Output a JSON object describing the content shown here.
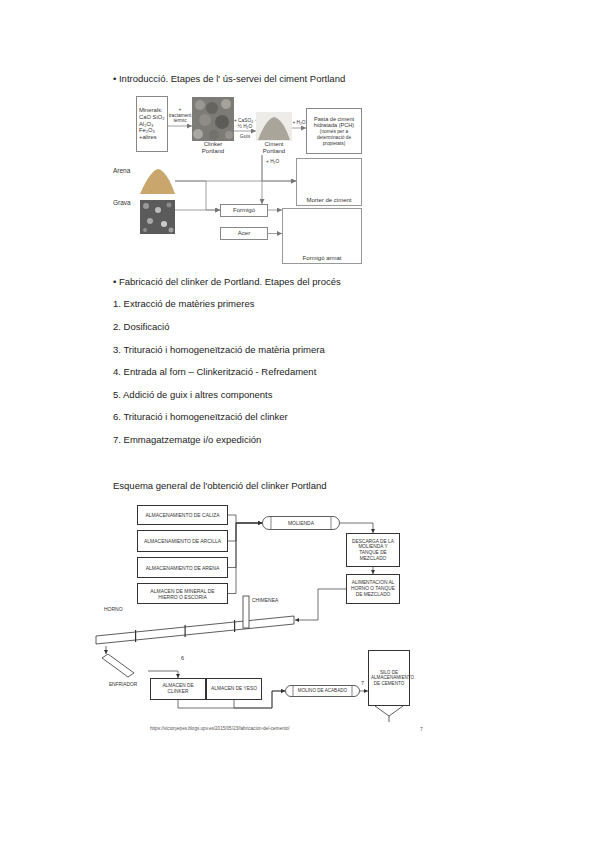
{
  "diagram": {
    "title": "• Introducció. Etapes de l' ús-servei del ciment Portland",
    "nodes": [
      {
        "text": [
          "Minerals: CaO SiO₂ Al₂O₃ Fe₂O₃ +altres"
        ]
      },
      {
        "text": [
          "Clinker Portland"
        ]
      },
      {
        "text": [
          "Ciment Portland"
        ]
      },
      {
        "text": [
          "Pasta de ciment hidratada (PCH)",
          "(només per a determinació de propietats)"
        ]
      },
      {
        "text": [
          "Arena"
        ]
      },
      {
        "text": [
          "Grava"
        ]
      },
      {
        "text": [
          "Morter de ciment"
        ]
      },
      {
        "text": [
          "Formigó"
        ]
      },
      {
        "text": [
          "Acer"
        ]
      },
      {
        "text": [
          "Formigó armat"
        ]
      },
      {
        "text": [
          "ALMACENAMIENTO DE CALIZA"
        ]
      },
      {
        "text": [
          "ALMACENAMIENTO DE ARCILLA"
        ]
      },
      {
        "text": [
          "ALMACENAMIENTO DE ARENA"
        ]
      },
      {
        "text": [
          "ALMACEN DE MINERAL DE HIERRO O ESCORIA"
        ]
      },
      {
        "text": [
          "MOLIENDA"
        ]
      },
      {
        "text": [
          "DESCARGA DE LA MOLIENDA Y TANQUE DE MEZCLADO"
        ]
      },
      {
        "text": [
          "ALIMENTACION AL HORNO O TANQUE DE MEZCLADO"
        ]
      },
      {
        "text": [
          "HORNO"
        ]
      },
      {
        "text": [
          "ENFRIADOR"
        ]
      },
      {
        "text": [
          "ALMACEN DE CLINKER"
        ]
      },
      {
        "text": [
          "ALMACEN DE YESO"
        ]
      },
      {
        "text": [
          "MOLINO DE ACABADO"
        ]
      },
      {
        "text": [
          "SILO DE ALMACENAMIENTO DE CEMENTO"
        ]
      }
    ],
    "edges": [
      {
        "from": 0,
        "to": 1,
        "label": "+ tractament tèrmic",
        "arrow": "to"
      },
      {
        "from": 1,
        "to": 2,
        "label": "+ CaSO₄ · ½ H₂O",
        "arrow": "to"
      },
      {
        "from": 2,
        "to": 3,
        "label": "+ H₂O",
        "arrow": "to"
      },
      {
        "from": 2,
        "to": 6,
        "label": "+ H₂O",
        "arrow": "to"
      },
      {
        "from": 4,
        "to": 6,
        "arrow": "to"
      },
      {
        "from": 2,
        "to": 7,
        "arrow": "to"
      },
      {
        "from": 4,
        "to": 7,
        "arrow": "to"
      },
      {
        "from": 5,
        "to": 7,
        "arrow": "to"
      },
      {
        "from": 7,
        "to": 9,
        "arrow": "to"
      },
      {
        "from": 8,
        "to": 9,
        "arrow": "to"
      },
      {
        "from": 10,
        "to": 14,
        "arrow": "to"
      },
      {
        "from": 11,
        "to": 14,
        "arrow": "to"
      },
      {
        "from": 12,
        "to": 14,
        "arrow": "to"
      },
      {
        "from": 13,
        "to": 14,
        "arrow": "to"
      },
      {
        "from": 14,
        "to": 15,
        "arrow": "to"
      },
      {
        "from": 15,
        "to": 16,
        "arrow": "to"
      },
      {
        "from": 16,
        "to": 17,
        "arrow": "to"
      },
      {
        "from": 17,
        "to": 18,
        "arrow": "to"
      },
      {
        "from": 18,
        "to": 19,
        "arrow": "to"
      },
      {
        "from": 19,
        "to": 21,
        "arrow": "to"
      },
      {
        "from": 20,
        "to": 21,
        "arrow": "to"
      },
      {
        "from": 21,
        "to": 22,
        "arrow": "to"
      }
    ],
    "labels": [
      "• Fabricació del clinker de Portland. Etapes del procés",
      "1. Extracció de matèries primeres",
      "2. Dosificació",
      "3. Trituració i homogeneïtzació de matèria primera",
      "4. Entrada al forn – Clinkerització - Refredament",
      "5. Addició de guix i altres components",
      "6. Trituració i homogeneïtzació del clinker",
      "7. Emmagatzematge i/o expedición",
      "Esquema general de l'obtenció del clinker Portland",
      "Guix",
      "CHIMENEA",
      "6",
      "7",
      "https://victoryepes.blogs.upv.es/2015/05/23/fabricacion-del-cemento/",
      "7"
    ]
  }
}
